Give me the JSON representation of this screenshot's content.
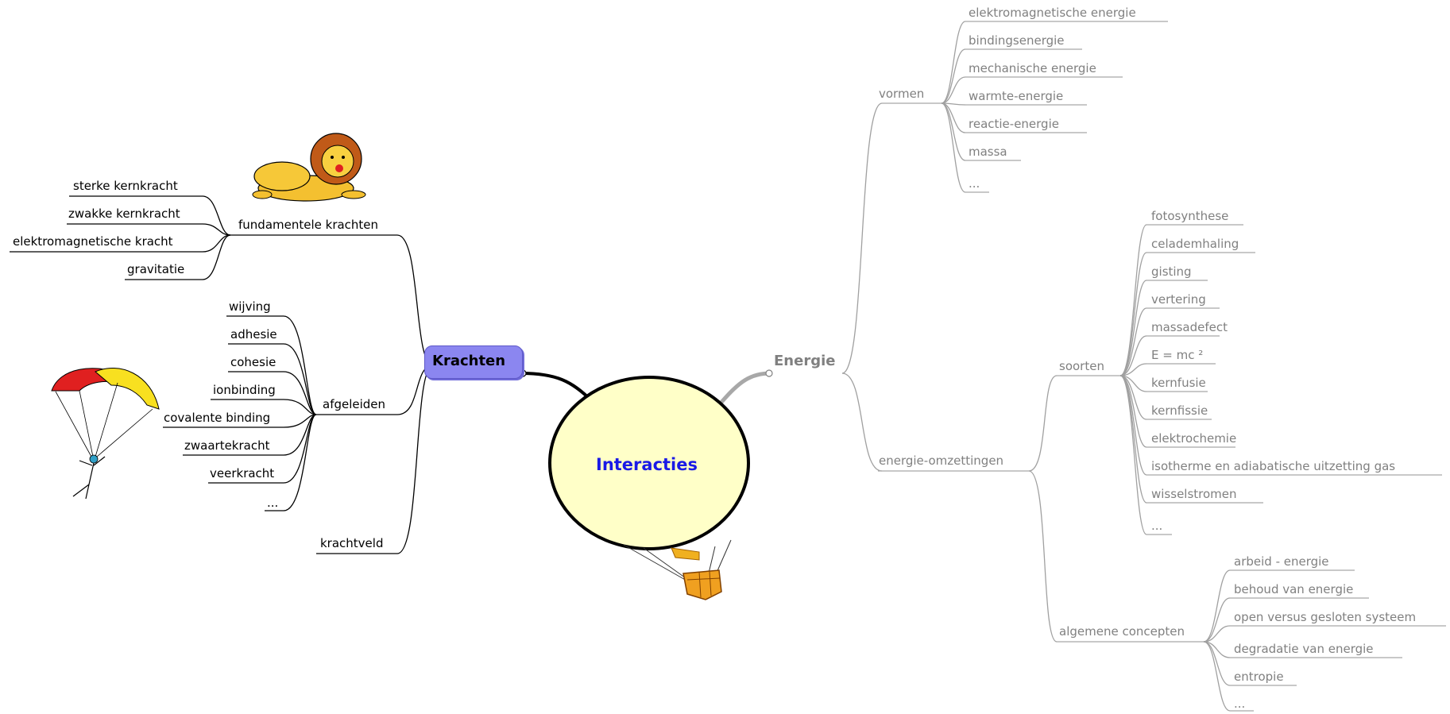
{
  "central": {
    "label": "Interacties"
  },
  "left": {
    "label": "Krachten",
    "fundamentele": {
      "label": "fundamentele krachten",
      "items": [
        "sterke kernkracht",
        "zwakke kernkracht",
        "elektromagnetische kracht",
        "gravitatie"
      ]
    },
    "afgeleiden": {
      "label": "afgeleiden",
      "items": [
        "wijving",
        "adhesie",
        "cohesie",
        "ionbinding",
        "covalente binding",
        "zwaartekracht",
        "veerkracht",
        "..."
      ]
    },
    "krachtveld": {
      "label": "krachtveld"
    }
  },
  "right": {
    "label": "Energie",
    "vormen": {
      "label": "vormen",
      "items": [
        "elektromagnetische energie",
        "bindingsenergie",
        "mechanische energie",
        "warmte-energie",
        "reactie-energie",
        "massa",
        "..."
      ]
    },
    "omzettingen": {
      "label": "energie-omzettingen",
      "soorten": {
        "label": "soorten",
        "items": [
          "fotosynthese",
          "celademhaling",
          "gisting",
          "vertering",
          "massadefect",
          "E = mc ²",
          "kernfusie",
          "kernfissie",
          "elektrochemie",
          "isotherme en adiabatische uitzetting gas",
          "wisselstromen",
          "..."
        ]
      },
      "concepten": {
        "label": "algemene concepten",
        "items": [
          "arbeid - energie",
          "behoud van energie",
          "open versus gesloten systeem",
          "degradatie van energie",
          "entropie",
          "..."
        ]
      }
    }
  },
  "colors": {
    "krachten_node": "#8b86f0",
    "central_fill": "#ffffc8",
    "energie_text": "#808080",
    "central_text": "#1a1ae6"
  },
  "icons": [
    "lion-icon",
    "parachute-icon",
    "balloon-basket-icon"
  ]
}
